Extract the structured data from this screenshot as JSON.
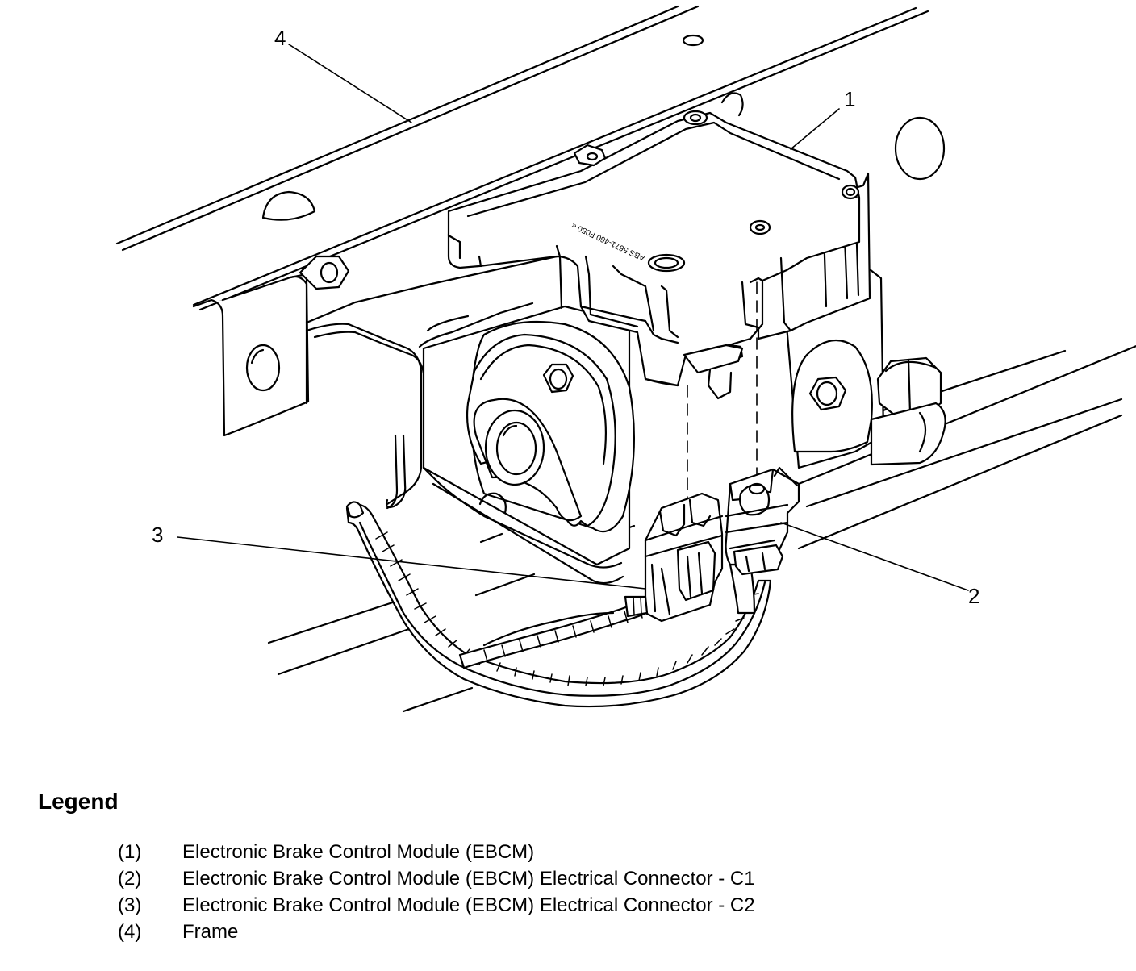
{
  "diagram": {
    "callouts": [
      {
        "id": "1",
        "label": "1"
      },
      {
        "id": "2",
        "label": "2"
      },
      {
        "id": "3",
        "label": "3"
      },
      {
        "id": "4",
        "label": "4"
      }
    ],
    "part_marking": "ABS 5671-460 F050 «"
  },
  "legend": {
    "title": "Legend",
    "items": [
      {
        "number": "(1)",
        "description": "Electronic Brake Control Module (EBCM)"
      },
      {
        "number": "(2)",
        "description": "Electronic Brake Control Module (EBCM) Electrical Connector - C1"
      },
      {
        "number": "(3)",
        "description": "Electronic Brake Control Module (EBCM) Electrical Connector - C2"
      },
      {
        "number": "(4)",
        "description": "Frame"
      }
    ]
  }
}
